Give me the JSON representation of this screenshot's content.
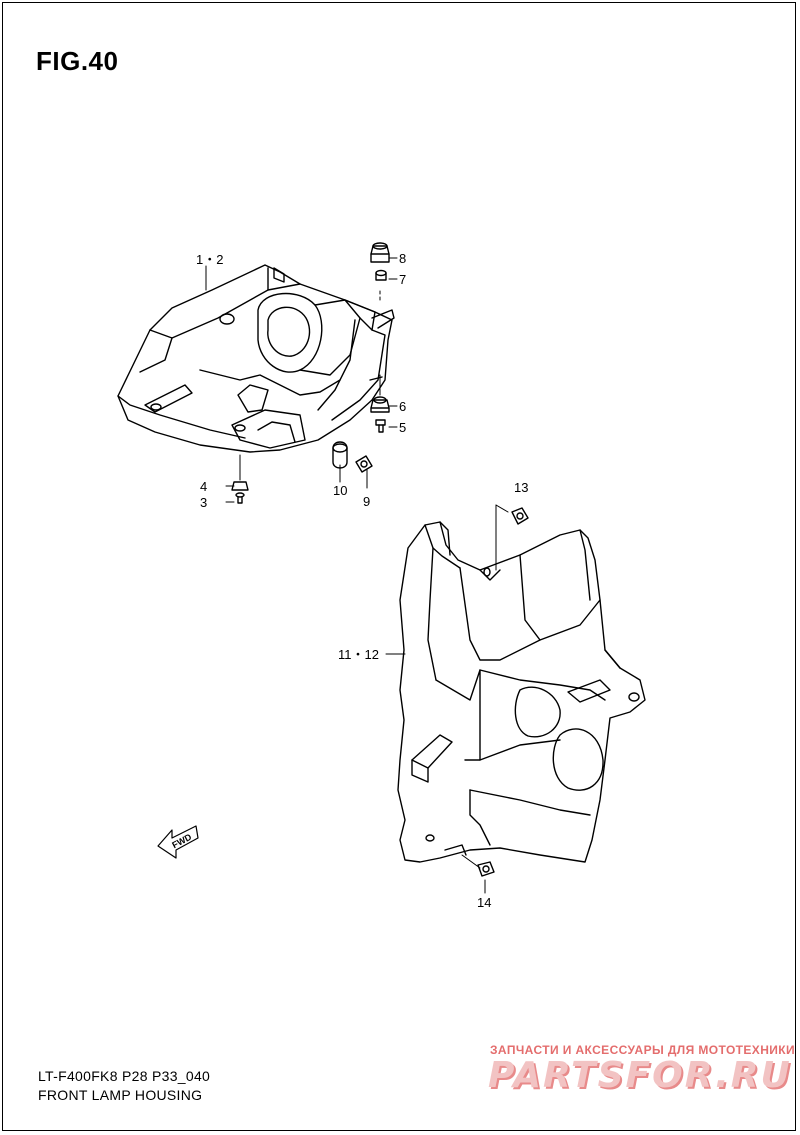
{
  "figure": {
    "title": "FIG.40",
    "code": "LT-F400FK8 P28 P33_040",
    "caption": "FRONT LAMP HOUSING"
  },
  "callouts": {
    "c1_2": "1・2",
    "c8": "8",
    "c7": "7",
    "c6": "6",
    "c5": "5",
    "c4": "4",
    "c3": "3",
    "c10": "10",
    "c9": "9",
    "c13": "13",
    "c11_12": "11・12",
    "c14": "14"
  },
  "fwd_label": "FWD",
  "watermark": {
    "tagline": "ЗАПЧАСТИ И АКСЕССУАРЫ ДЛЯ МОТОТЕХНИКИ",
    "brand": "PARTSFOR.RU"
  }
}
